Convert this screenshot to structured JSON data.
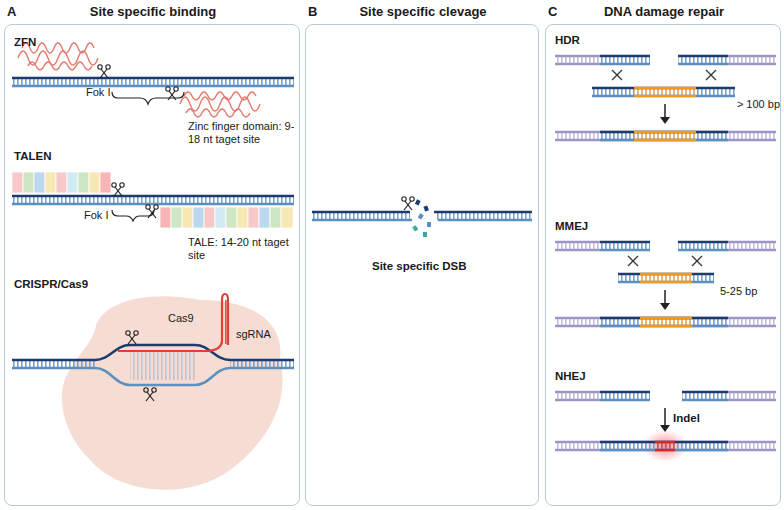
{
  "diagram": {
    "nodes": [
      {
        "text": [
          "A",
          "Site specific binding"
        ]
      },
      {
        "text": [
          "B",
          "Site specific clevage"
        ]
      },
      {
        "text": [
          "C",
          "DNA damage repair"
        ]
      }
    ],
    "labels": [
      "ZFN",
      "Fok I",
      "Zinc finger domain: 9-18 nt taget site",
      "TALEN",
      "Fok I",
      "TALE: 14-20 nt taget site",
      "CRISPR/Cas9",
      "Cas9",
      "sgRNA",
      "Site specific DSB",
      "HDR",
      "> 100 bp",
      "MMEJ",
      "5-25 bp",
      "NHEJ",
      "Indel"
    ]
  }
}
